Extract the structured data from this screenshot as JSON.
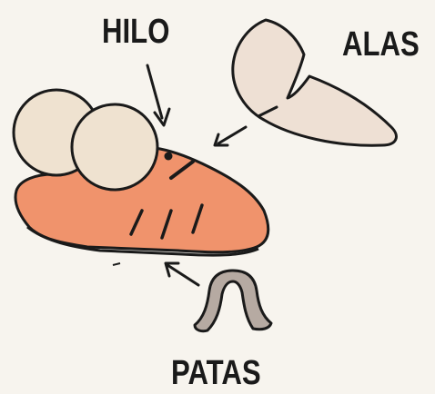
{
  "labels": {
    "thread": "HILO",
    "wings": "ALAS",
    "legs": "PATAS"
  },
  "colors": {
    "background": "#f7f4ee",
    "body_fill": "#f0936c",
    "body_light": "#f7b592",
    "eye_fill": "#efe2d0",
    "wing_fill": "#eee0d4",
    "legs_fill": "#b6aaa2",
    "ink": "#1a1a1a"
  }
}
